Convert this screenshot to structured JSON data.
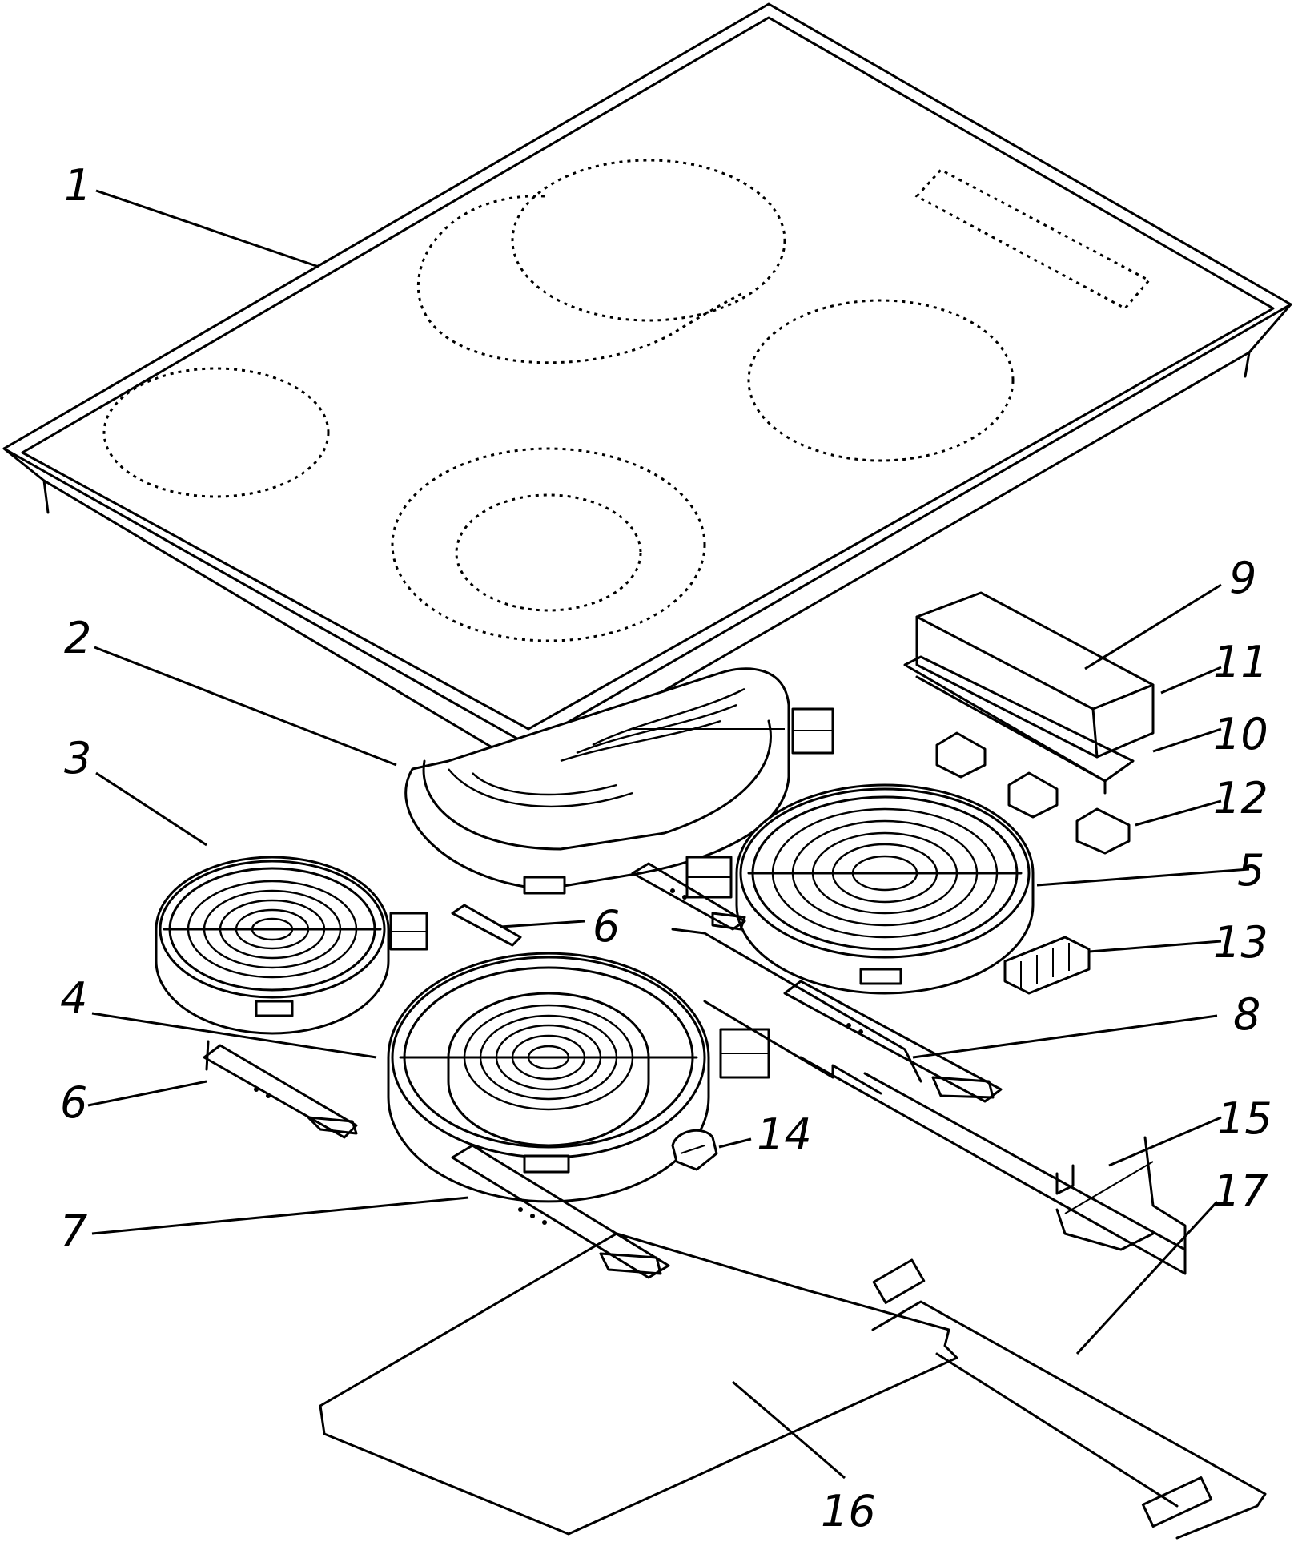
{
  "callouts": [
    {
      "id": "1",
      "text": "1"
    },
    {
      "id": "2",
      "text": "2"
    },
    {
      "id": "3",
      "text": "3"
    },
    {
      "id": "4",
      "text": "4"
    },
    {
      "id": "5",
      "text": "5"
    },
    {
      "id": "6a",
      "text": "6"
    },
    {
      "id": "6b",
      "text": "6"
    },
    {
      "id": "7",
      "text": "7"
    },
    {
      "id": "8",
      "text": "8"
    },
    {
      "id": "9",
      "text": "9"
    },
    {
      "id": "10",
      "text": "10"
    },
    {
      "id": "11",
      "text": "11"
    },
    {
      "id": "12",
      "text": "12"
    },
    {
      "id": "13",
      "text": "13"
    },
    {
      "id": "14",
      "text": "14"
    },
    {
      "id": "15",
      "text": "15"
    },
    {
      "id": "16",
      "text": "16"
    },
    {
      "id": "17",
      "text": "17"
    }
  ]
}
